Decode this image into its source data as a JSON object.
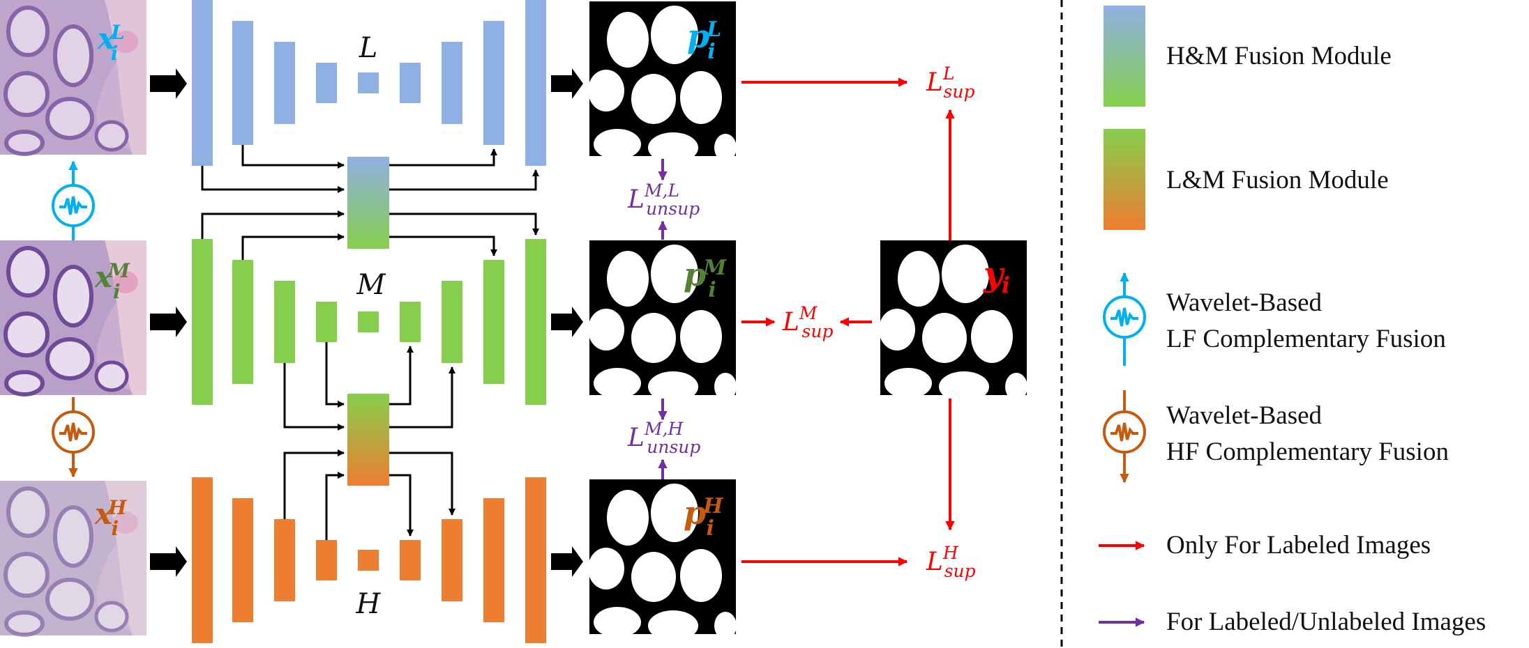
{
  "colors": {
    "blue": "#8fb0e3",
    "green": "#86cf4c",
    "orange": "#ed7d31",
    "red": "#ff0000",
    "purple": "#7030a0",
    "cyan": "#00b0f0",
    "dark_green": "#548235",
    "brown": "#c55a11"
  },
  "branches": {
    "L": {
      "label": "L",
      "input": "x",
      "input_sup": "L",
      "input_sub": "i",
      "pred": "p",
      "pred_sup": "L",
      "pred_sub": "i"
    },
    "M": {
      "label": "M",
      "input": "x",
      "input_sup": "M",
      "input_sub": "i",
      "pred": "p",
      "pred_sup": "M",
      "pred_sub": "i"
    },
    "H": {
      "label": "H",
      "input": "x",
      "input_sup": "H",
      "input_sub": "i",
      "pred": "p",
      "pred_sup": "H",
      "pred_sub": "i"
    }
  },
  "ground_truth": {
    "base": "y",
    "sub": "i"
  },
  "losses": {
    "sup_L": {
      "base": "L",
      "sup": "L",
      "sub": "sup"
    },
    "sup_M": {
      "base": "L",
      "sup": "M",
      "sub": "sup"
    },
    "sup_H": {
      "base": "L",
      "sup": "H",
      "sub": "sup"
    },
    "unsup_ML": {
      "base": "L",
      "sup": "M,L",
      "sub": "unsup"
    },
    "unsup_MH": {
      "base": "L",
      "sup": "M,H",
      "sub": "unsup"
    }
  },
  "legend": {
    "hm_fusion": "H&M Fusion Module",
    "lm_fusion": "L&M Fusion Module",
    "lf_line1": "Wavelet-Based",
    "lf_line2": "LF Complementary Fusion",
    "hf_line1": "Wavelet-Based",
    "hf_line2": "HF Complementary Fusion",
    "labeled": "Only For Labeled Images",
    "unlabeled": "For Labeled/Unlabeled Images"
  },
  "icons": [
    "wavelet-lf-icon",
    "wavelet-hf-icon"
  ]
}
